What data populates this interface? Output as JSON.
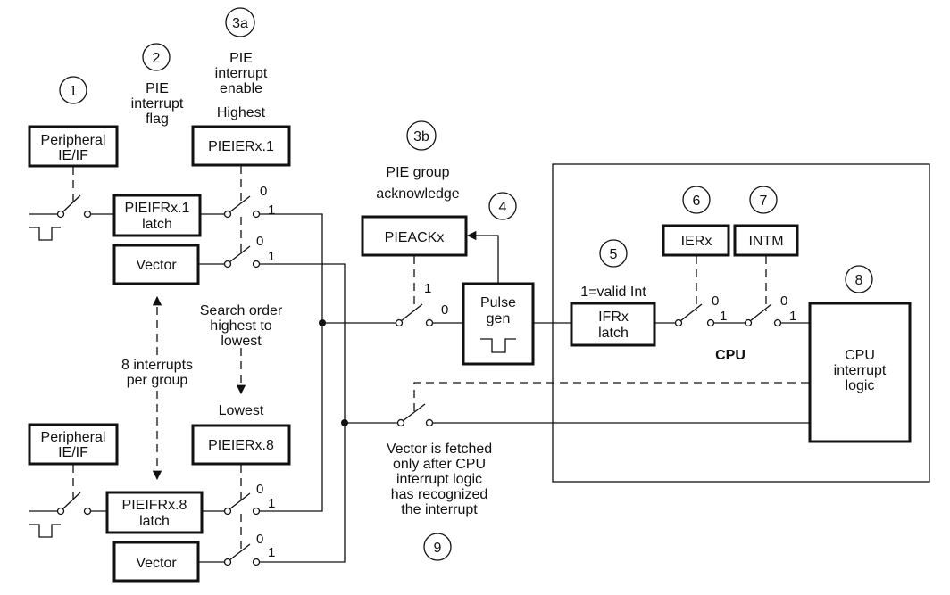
{
  "callouts": [
    "1",
    "2",
    "3a",
    "3b",
    "4",
    "5",
    "6",
    "7",
    "8",
    "9"
  ],
  "labels": {
    "pie_flag": [
      "PIE",
      "interrupt",
      "flag"
    ],
    "pie_enable": [
      "PIE",
      "interrupt",
      "enable"
    ],
    "highest": "Highest",
    "lowest": "Lowest",
    "pie_ack": [
      "PIE group",
      "acknowledge"
    ],
    "valid_int": "1=valid Int",
    "search_order": [
      "Search order",
      "highest to",
      "lowest"
    ],
    "per_group": [
      "8 interrupts",
      "per group"
    ],
    "cpu": "CPU",
    "vector_note": [
      "Vector is fetched",
      "only after CPU",
      "interrupt logic",
      "has recognized",
      "the interrupt"
    ]
  },
  "boxes": {
    "peripheral_1": [
      "Peripheral",
      "IE/IF"
    ],
    "peripheral_8": [
      "Peripheral",
      "IE/IF"
    ],
    "pieifr_1": [
      "PIEIFRx.1",
      "latch"
    ],
    "pieifr_8": [
      "PIEIFRx.8",
      "latch"
    ],
    "pieier_1": "PIEIERx.1",
    "pieier_8": "PIEIERx.8",
    "vector_1": "Vector",
    "vector_8": "Vector",
    "pieack": "PIEACKx",
    "pulse_gen": [
      "Pulse",
      "gen"
    ],
    "ifr_latch": [
      "IFRx",
      "latch"
    ],
    "ier": "IERx",
    "intm": "INTM",
    "cpu_logic": [
      "CPU",
      "interrupt",
      "logic"
    ]
  },
  "switch_states": {
    "zero": "0",
    "one": "1"
  }
}
